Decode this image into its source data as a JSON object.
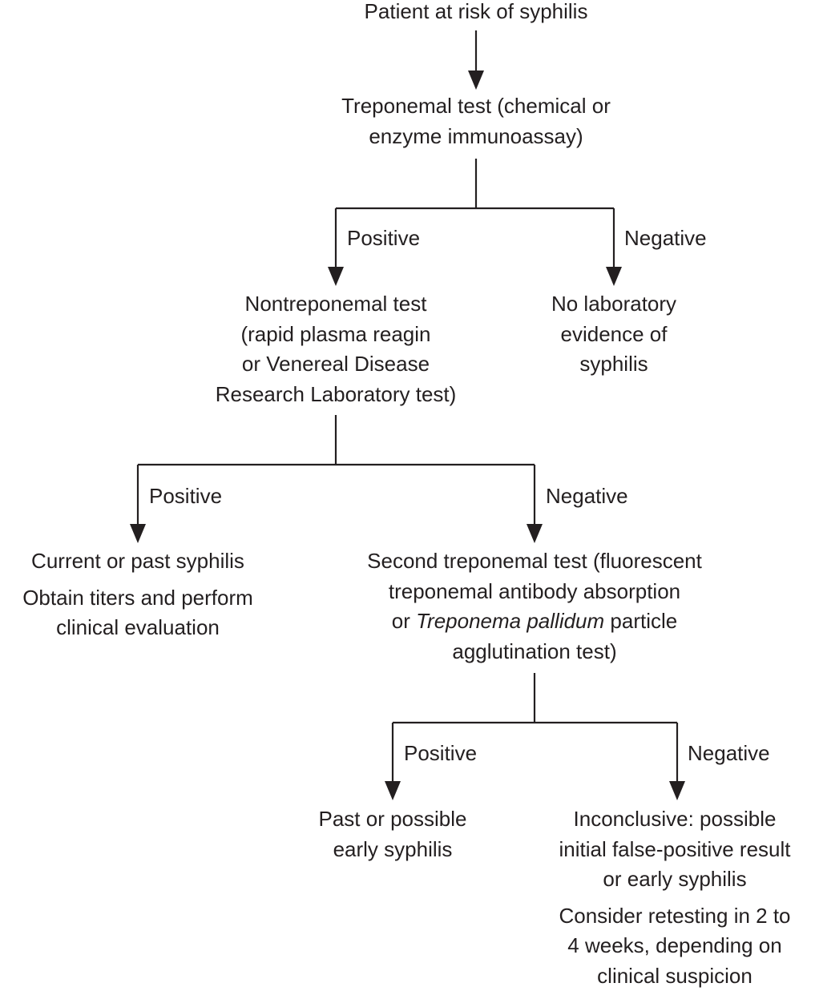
{
  "start": "Patient at risk of syphilis",
  "step1": {
    "title_lines": [
      "Treponemal test (chemical or",
      "enzyme immunoassay)"
    ],
    "positive_label": "Positive",
    "negative_label": "Negative"
  },
  "step1_negative": {
    "lines": [
      "No laboratory",
      "evidence of",
      "syphilis"
    ]
  },
  "step2": {
    "title_lines": [
      "Nontreponemal test",
      "(rapid plasma reagin",
      "or Venereal Disease",
      "Research Laboratory test)"
    ],
    "positive_label": "Positive",
    "negative_label": "Negative"
  },
  "step2_positive": {
    "line1": "Current or past syphilis",
    "line2": "Obtain titers and perform",
    "line3": "clinical evaluation"
  },
  "step3": {
    "line1": "Second treponemal test (fluorescent",
    "line2": "treponemal antibody absorption",
    "line3_pre": "or ",
    "line3_italic": "Treponema pallidum",
    "line3_post": " particle",
    "line4": "agglutination test)",
    "positive_label": "Positive",
    "negative_label": "Negative"
  },
  "step3_positive": {
    "lines": [
      "Past or possible",
      "early syphilis"
    ]
  },
  "step3_negative": {
    "line1": "Inconclusive: possible",
    "line2": "initial false-positive result",
    "line3": "or early syphilis",
    "line4": "Consider retesting in 2 to",
    "line5": "4 weeks, depending on",
    "line6": "clinical suspicion"
  }
}
